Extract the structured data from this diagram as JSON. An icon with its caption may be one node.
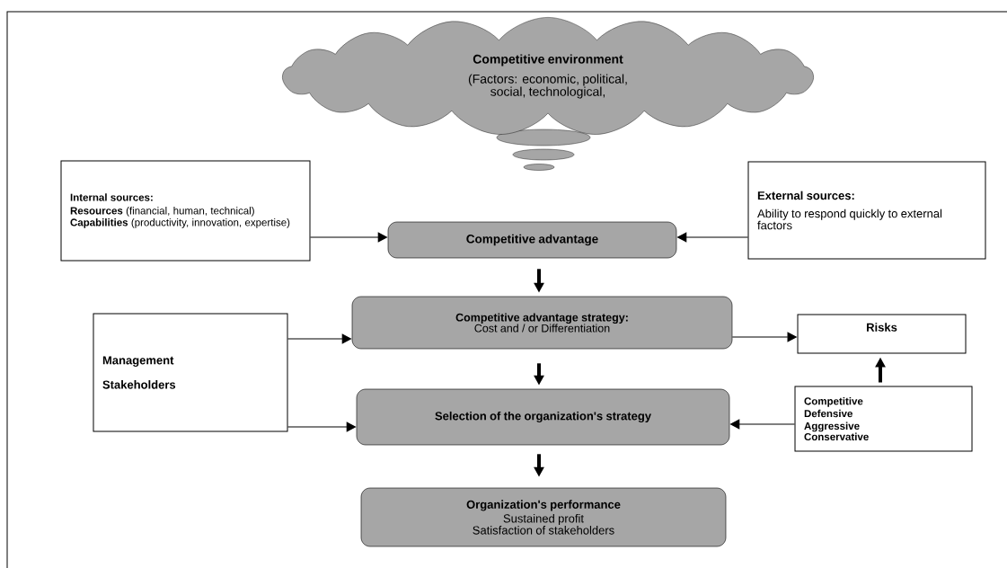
{
  "diagram": {
    "nodes": [
      {
        "text": [
          "Competitive environment",
          "(Factors: economic, political, social, technological,"
        ]
      },
      {
        "text": [
          "Internal sources:",
          "**Resources** (financial, human, technical)",
          "**Capabilities** (productivity, innovation, expertise)"
        ]
      },
      {
        "text": [
          "Competitive  advantage"
        ]
      },
      {
        "text": [
          "External sources:",
          "Ability to respond quickly to external factors"
        ]
      },
      {
        "text": [
          "Competitive advantage strategy:",
          "Cost and / or Differentiation"
        ]
      },
      {
        "text": [
          "Management",
          "Stakeholders"
        ]
      },
      {
        "text": [
          "Risks"
        ]
      },
      {
        "text": [
          "Selection of the organization's strategy"
        ]
      },
      {
        "text": [
          "Competitive",
          "Defensive",
          "Aggressive",
          "Conservative"
        ]
      },
      {
        "text": [
          "Organization's performance",
          "Sustained profit",
          "Satisfaction of stakeholders"
        ]
      }
    ],
    "edges": [
      {
        "from": 1,
        "to": 2,
        "arrow": "to"
      },
      {
        "from": 3,
        "to": 2,
        "arrow": "to"
      },
      {
        "from": 2,
        "to": 4,
        "arrow": "to",
        "style": "thick"
      },
      {
        "from": 5,
        "to": 4,
        "arrow": "to"
      },
      {
        "from": 4,
        "to": 6,
        "arrow": "to"
      },
      {
        "from": 4,
        "to": 7,
        "arrow": "to",
        "style": "thick"
      },
      {
        "from": 8,
        "to": 6,
        "arrow": "to",
        "style": "thick"
      },
      {
        "from": 5,
        "to": 7,
        "arrow": "to"
      },
      {
        "from": 8,
        "to": 7,
        "arrow": "to"
      },
      {
        "from": 7,
        "to": 9,
        "arrow": "to",
        "style": "thick"
      }
    ]
  }
}
